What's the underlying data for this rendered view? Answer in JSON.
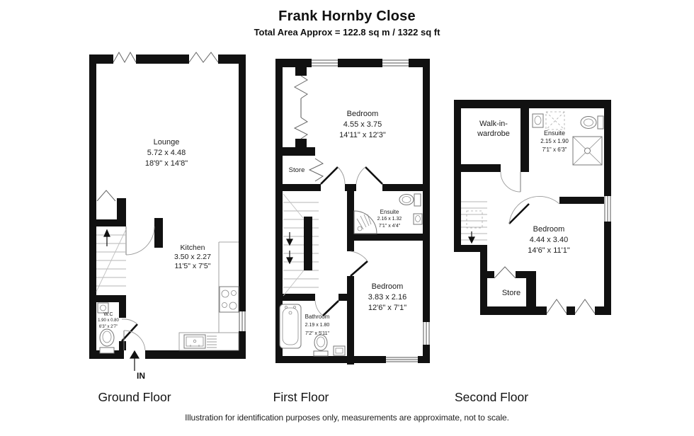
{
  "header": {
    "title": "Frank Hornby Close",
    "subtitle": "Total Area Approx = 122.8 sq m / 1322 sq ft"
  },
  "footer": {
    "disclaimer": "Illustration for identification purposes only, measurements are approximate, not to scale."
  },
  "entrance_label": "IN",
  "floors": [
    {
      "caption": "Ground Floor",
      "rooms": {
        "lounge": {
          "name": "Lounge",
          "metric": "5.72 x 4.48",
          "imperial": "18'9\" x 14'8\""
        },
        "kitchen": {
          "name": "Kitchen",
          "metric": "3.50 x 2.27",
          "imperial": "11'5\" x 7'5\""
        },
        "wc": {
          "name": "W.C",
          "metric": "1.90 x 0.80",
          "imperial": "6'3\" x 2'7\""
        }
      }
    },
    {
      "caption": "First Floor",
      "rooms": {
        "bedroom1": {
          "name": "Bedroom",
          "metric": "4.55 x 3.75",
          "imperial": "14'11\" x 12'3\""
        },
        "store": {
          "name": "Store"
        },
        "ensuite": {
          "name": "Ensuite",
          "metric": "2.16 x 1.32",
          "imperial": "7'1\" x 4'4\""
        },
        "bedroom2": {
          "name": "Bedroom",
          "metric": "3.83 x 2.16",
          "imperial": "12'6\" x 7'1\""
        },
        "bathroom": {
          "name": "Bathroom",
          "metric": "2.19 x 1.80",
          "imperial": "7'2\" x 5'11\""
        }
      }
    },
    {
      "caption": "Second Floor",
      "rooms": {
        "wardrobe": {
          "name_line1": "Walk-in-",
          "name_line2": "wardrobe"
        },
        "ensuite": {
          "name": "Ensuite",
          "metric": "2.15 x 1.90",
          "imperial": "7'1\" x 6'3\""
        },
        "bedroom": {
          "name": "Bedroom",
          "metric": "4.44 x 3.40",
          "imperial": "14'6\" x 11'1\""
        },
        "store": {
          "name": "Store"
        }
      }
    }
  ],
  "colors": {
    "wall": "#111111",
    "fixture_line": "#777777",
    "text": "#1a1a1a"
  }
}
